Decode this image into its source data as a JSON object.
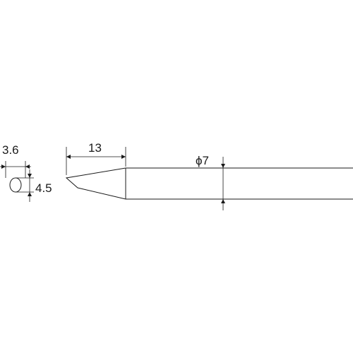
{
  "diagram": {
    "labels": {
      "tip_width": "3.6",
      "tip_thickness": "4.5",
      "taper_length": "13",
      "shank_diameter": "ϕ7"
    },
    "colors": {
      "line": "#1a1a1a",
      "background": "#ffffff"
    }
  }
}
